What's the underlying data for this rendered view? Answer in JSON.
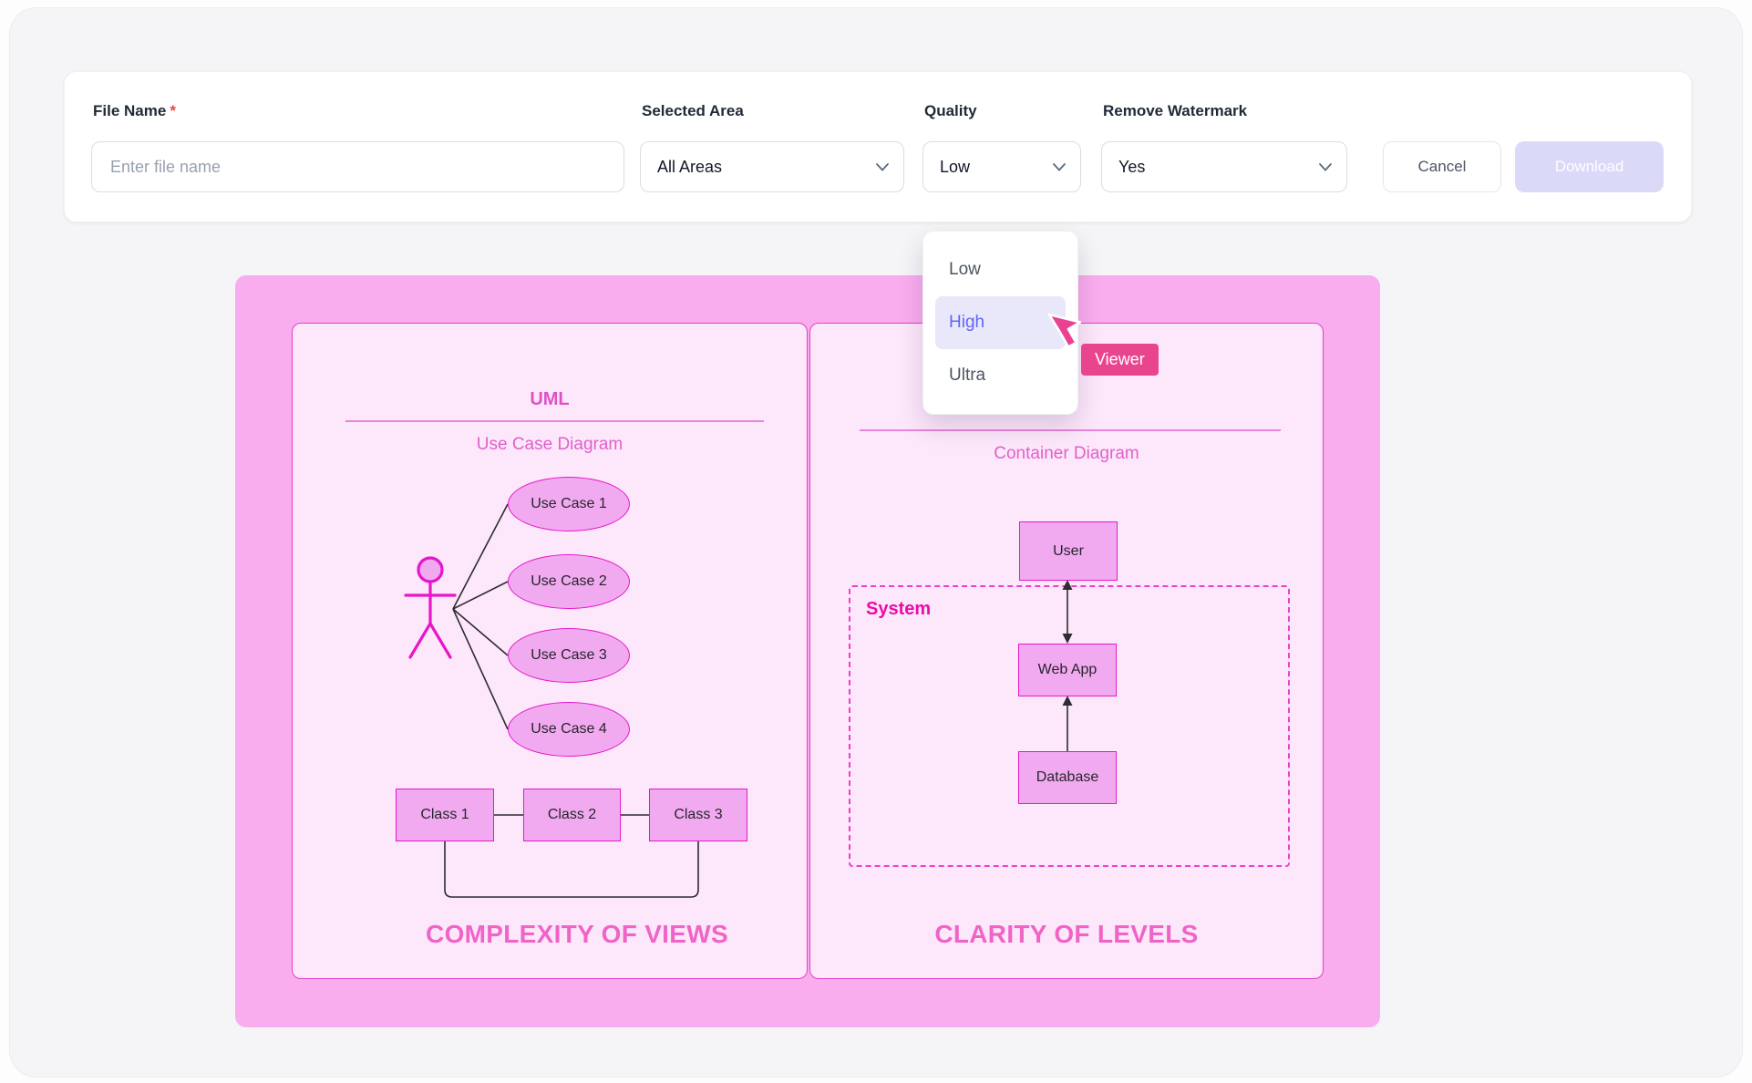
{
  "toolbar": {
    "file_name": {
      "label": "File Name",
      "required_mark": "*",
      "placeholder": "Enter file name"
    },
    "selected_area": {
      "label": "Selected Area",
      "value": "All Areas"
    },
    "quality": {
      "label": "Quality",
      "value": "Low"
    },
    "remove_watermark": {
      "label": "Remove Watermark",
      "value": "Yes"
    },
    "cancel_label": "Cancel",
    "download_label": "Download"
  },
  "quality_dropdown": {
    "options": [
      {
        "label": "Low",
        "selected": false
      },
      {
        "label": "High",
        "selected": true
      },
      {
        "label": "Ultra",
        "selected": false
      }
    ]
  },
  "remote_cursor": {
    "label": "Viewer"
  },
  "diagram": {
    "left_panel": {
      "title": "UML",
      "subtitle": "Use Case Diagram",
      "use_cases": [
        "Use Case 1",
        "Use Case 2",
        "Use Case 3",
        "Use Case 4"
      ],
      "classes": [
        "Class 1",
        "Class 2",
        "Class 3"
      ],
      "caption": "COMPLEXITY OF VIEWS"
    },
    "right_panel": {
      "subtitle": "Container Diagram",
      "system_label": "System",
      "nodes": {
        "user": "User",
        "web_app": "Web App",
        "database": "Database"
      },
      "caption": "CLARITY OF LEVELS"
    }
  },
  "colors": {
    "container_pink": "#f9adee",
    "panel_background": "#fde7fb",
    "magenta_border": "#e716ca",
    "node_fill": "#f1aaf0",
    "system_label_pink": "#e90ca8",
    "caption_pink": "#ef64c6",
    "title_pink": "#df52c6",
    "cursor_pink": "#ea4190",
    "viewer_badge_pink": "#e9458f",
    "dropdown_active_text": "#6365f1",
    "dropdown_active_bg": "#e9e8fb",
    "download_button_bg": "#dbd9f8",
    "required_asterisk": "#ef4444"
  }
}
